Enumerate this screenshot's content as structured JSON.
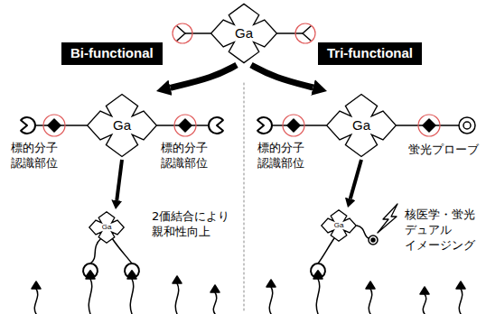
{
  "diagram": {
    "nodes": [
      {
        "text": [
          "Ga"
        ]
      },
      {
        "text": [
          "Bi-functional"
        ]
      },
      {
        "text": [
          "Tri-functional"
        ]
      },
      {
        "text": [
          "Ga"
        ]
      },
      {
        "text": [
          "Ga"
        ]
      },
      {
        "text": [
          "Ga"
        ]
      },
      {
        "text": [
          "Ga"
        ]
      }
    ],
    "edges": [
      {
        "from": 0,
        "to": 3,
        "arrow": "to"
      },
      {
        "from": 0,
        "to": 4,
        "arrow": "to"
      },
      {
        "from": 3,
        "to": 5,
        "arrow": "to"
      },
      {
        "from": 4,
        "to": 6,
        "arrow": "to"
      }
    ],
    "labels": [
      "標的分子 認識部位",
      "標的分子 認識部位",
      "標的分子 認識部位",
      "蛍光プローブ",
      "2価結合により 親和性向上",
      "核医学・蛍光 デュアル イメージング"
    ]
  }
}
